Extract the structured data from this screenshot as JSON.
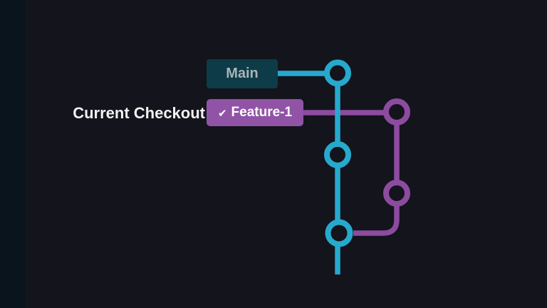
{
  "diagram": {
    "checkout_label": "Current Checkout",
    "branches": [
      {
        "name": "Main",
        "color_key": "cyan",
        "commit_nodes": 3,
        "is_current": false
      },
      {
        "name": "Feature-1",
        "color_key": "purple",
        "commit_nodes": 2,
        "is_current": true
      }
    ],
    "icons": {
      "check": "✔"
    }
  },
  "colors": {
    "bg": "#13141c",
    "band": "#0a141c",
    "cyan": "#27a9ce",
    "purple": "#8d4ba0",
    "teal-box": "#0d3b47",
    "teal-box-text": "#a9b2b8",
    "purple-box": "#9153a6",
    "feature-text": "#ffffff",
    "checkout-text": "#f2f2f2"
  }
}
